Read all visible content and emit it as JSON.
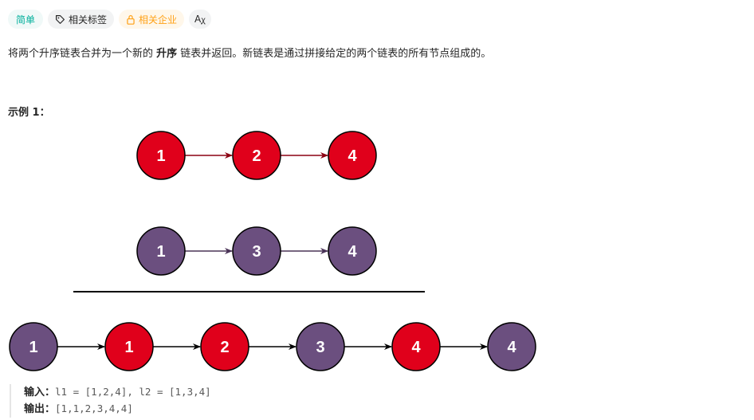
{
  "tags": {
    "difficulty": "简单",
    "related_tags": "相关标签",
    "related_companies": "相关企业",
    "translate": "A"
  },
  "description": {
    "part1": "将两个升序链表合并为一个新的 ",
    "bold": "升序",
    "part2": " 链表并返回。新链表是通过拼接给定的两个链表的所有节点组成的。"
  },
  "example": {
    "title": "示例 1：",
    "input_label": "输入：",
    "input_value": "l1 = [1,2,4], l2 = [1,3,4]",
    "output_label": "输出：",
    "output_value": "[1,1,2,3,4,4]"
  },
  "diagram": {
    "list1": [
      "1",
      "2",
      "4"
    ],
    "list2": [
      "1",
      "3",
      "4"
    ],
    "merged": [
      {
        "label": "1",
        "from": "l2"
      },
      {
        "label": "1",
        "from": "l1"
      },
      {
        "label": "2",
        "from": "l1"
      },
      {
        "label": "3",
        "from": "l2"
      },
      {
        "label": "4",
        "from": "l1"
      },
      {
        "label": "4",
        "from": "l2"
      }
    ],
    "colors": {
      "l1": "#e0001b",
      "l2": "#6b4f7f",
      "l1_arrow": "#8b0012",
      "l2_arrow": "#4a3357",
      "merged_arrow": "#000000"
    }
  }
}
